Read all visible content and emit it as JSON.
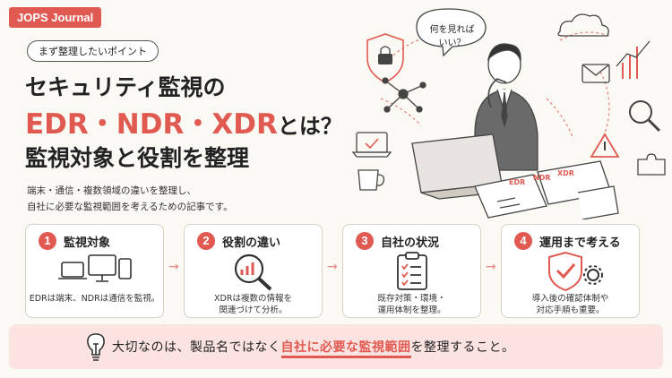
{
  "badge": "JOPS Journal",
  "subtitle_pill": "まず整理したいポイント",
  "title": {
    "line1": "セキュリティ監視の",
    "line2_acronyms": "EDR・NDR・XDR",
    "line2_suffix": "とは？",
    "line3": "監視対象と役割を整理"
  },
  "description": {
    "line1": "端末・通信・複数領域の違いを整理し、",
    "line2": "自社に必要な監視範囲を考えるための記事です。"
  },
  "speech_bubble": {
    "line1": "何を見れば",
    "line2": "いい？"
  },
  "paper_tabs": [
    "EDR",
    "NDR",
    "XDR"
  ],
  "cards": [
    {
      "num": "1",
      "title": "監視対象",
      "icon": "devices-icon",
      "desc1": "EDRは端末、NDRは通信を監視。",
      "desc2": ""
    },
    {
      "num": "2",
      "title": "役割の違い",
      "icon": "magnifier-chart-icon",
      "desc1": "XDRは複数の情報を",
      "desc2": "関連づけて分析。"
    },
    {
      "num": "3",
      "title": "自社の状況",
      "icon": "checklist-clipboard-icon",
      "desc1": "既存対策・環境・",
      "desc2": "運用体制を整理。"
    },
    {
      "num": "4",
      "title": "運用まで考える",
      "icon": "shield-gear-icon",
      "desc1": "導入後の確認体制や",
      "desc2": "対応手順も重要。"
    }
  ],
  "banner": {
    "prefix": "大切なのは、製品名ではなく",
    "highlight": "自社に必要な監視範囲",
    "suffix": "を整理すること。"
  },
  "colors": {
    "accent": "#e05a52",
    "background": "#fbf9f4",
    "banner": "#fbe3e1"
  }
}
